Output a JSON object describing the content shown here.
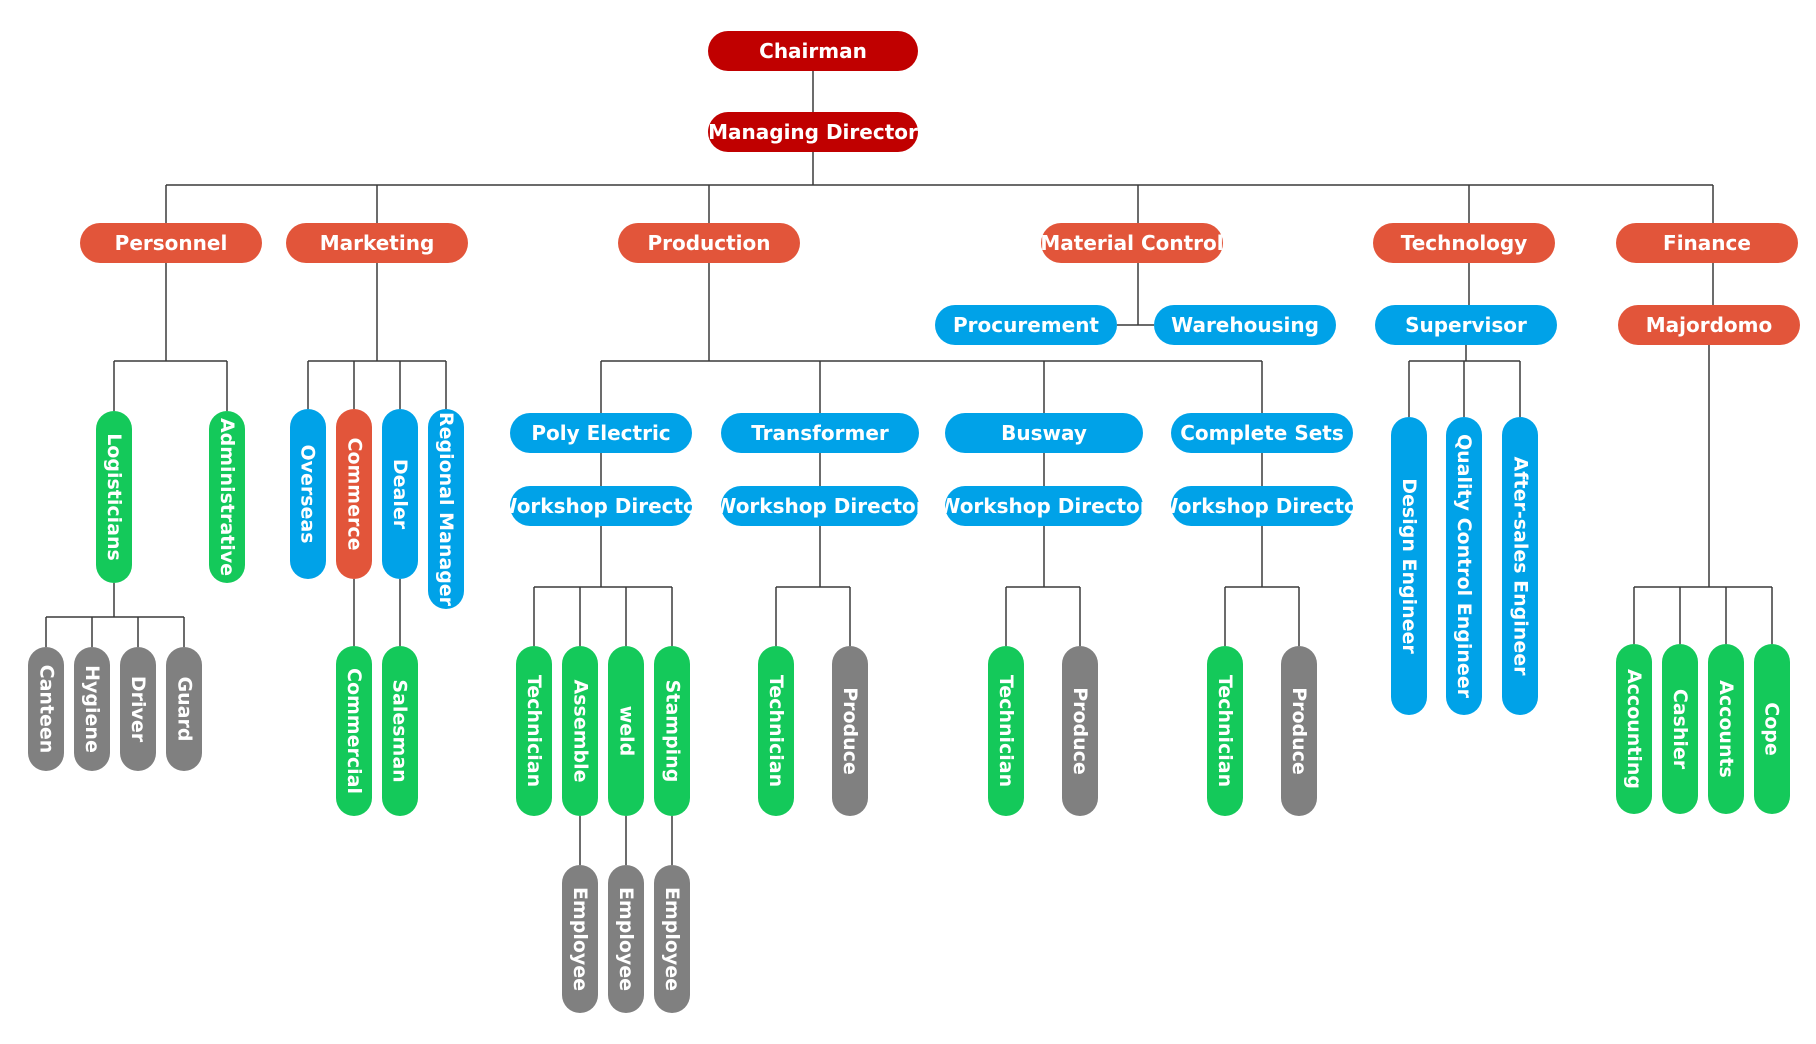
{
  "colors": {
    "top": "#c00000",
    "dept": "#e2553a",
    "blue": "#00a2e8",
    "green": "#14c95a",
    "gray": "#808080",
    "line": "#3a3a3a"
  },
  "nodes": [
    {
      "id": "chairman",
      "label": "Chairman",
      "color": "top"
    },
    {
      "id": "managing-director",
      "label": "Managing Director",
      "color": "top"
    },
    {
      "id": "personnel",
      "label": "Personnel",
      "color": "dept"
    },
    {
      "id": "marketing",
      "label": "Marketing",
      "color": "dept"
    },
    {
      "id": "production",
      "label": "Production",
      "color": "dept"
    },
    {
      "id": "material-control",
      "label": "Material Control",
      "color": "dept"
    },
    {
      "id": "technology",
      "label": "Technology",
      "color": "dept"
    },
    {
      "id": "finance",
      "label": "Finance",
      "color": "dept"
    },
    {
      "id": "procurement",
      "label": "Procurement",
      "color": "blue"
    },
    {
      "id": "warehousing",
      "label": "Warehousing",
      "color": "blue"
    },
    {
      "id": "supervisor",
      "label": "Supervisor",
      "color": "blue"
    },
    {
      "id": "majordomo",
      "label": "Majordomo",
      "color": "dept"
    },
    {
      "id": "logisticians",
      "label": "Logisticians",
      "color": "green"
    },
    {
      "id": "administrative",
      "label": "Administrative",
      "color": "green"
    },
    {
      "id": "canteen",
      "label": "Canteen",
      "color": "gray"
    },
    {
      "id": "hygiene",
      "label": "Hygiene",
      "color": "gray"
    },
    {
      "id": "driver",
      "label": "Driver",
      "color": "gray"
    },
    {
      "id": "guard",
      "label": "Guard",
      "color": "gray"
    },
    {
      "id": "overseas",
      "label": "Overseas",
      "color": "blue"
    },
    {
      "id": "commerce",
      "label": "Commerce",
      "color": "dept"
    },
    {
      "id": "dealer",
      "label": "Dealer",
      "color": "blue"
    },
    {
      "id": "regional-manager",
      "label": "Regional Manager",
      "color": "blue"
    },
    {
      "id": "commercial",
      "label": "Commercial",
      "color": "green"
    },
    {
      "id": "salesman",
      "label": "Salesman",
      "color": "green"
    },
    {
      "id": "poly-electric",
      "label": "Poly Electric",
      "color": "blue"
    },
    {
      "id": "transformer",
      "label": "Transformer",
      "color": "blue"
    },
    {
      "id": "busway",
      "label": "Busway",
      "color": "blue"
    },
    {
      "id": "complete-sets",
      "label": "Complete Sets",
      "color": "blue"
    },
    {
      "id": "workshop-director-1",
      "label": "Workshop Director",
      "color": "blue"
    },
    {
      "id": "workshop-director-2",
      "label": "Workshop Director",
      "color": "blue"
    },
    {
      "id": "workshop-director-3",
      "label": "Workshop Director",
      "color": "blue"
    },
    {
      "id": "workshop-director-4",
      "label": "Workshop Director",
      "color": "blue"
    },
    {
      "id": "technician-1",
      "label": "Technician",
      "color": "green"
    },
    {
      "id": "assemble",
      "label": "Assemble",
      "color": "green"
    },
    {
      "id": "weld",
      "label": "weld",
      "color": "green"
    },
    {
      "id": "stamping",
      "label": "Stamping",
      "color": "green"
    },
    {
      "id": "employee-1",
      "label": "Employee",
      "color": "gray"
    },
    {
      "id": "employee-2",
      "label": "Employee",
      "color": "gray"
    },
    {
      "id": "employee-3",
      "label": "Employee",
      "color": "gray"
    },
    {
      "id": "technician-2",
      "label": "Technician",
      "color": "green"
    },
    {
      "id": "produce-2",
      "label": "Produce",
      "color": "gray"
    },
    {
      "id": "technician-3",
      "label": "Technician",
      "color": "green"
    },
    {
      "id": "produce-3",
      "label": "Produce",
      "color": "gray"
    },
    {
      "id": "technician-4",
      "label": "Technician",
      "color": "green"
    },
    {
      "id": "produce-4",
      "label": "Produce",
      "color": "gray"
    },
    {
      "id": "design-engineer",
      "label": "Design Engineer",
      "color": "blue"
    },
    {
      "id": "quality-control-engineer",
      "label": "Quality Control Engineer",
      "color": "blue"
    },
    {
      "id": "after-sales-engineer",
      "label": "After-sales Engineer",
      "color": "blue"
    },
    {
      "id": "accounting",
      "label": "Accounting",
      "color": "green"
    },
    {
      "id": "cashier",
      "label": "Cashier",
      "color": "green"
    },
    {
      "id": "accounts",
      "label": "Accounts",
      "color": "green"
    },
    {
      "id": "cope",
      "label": "Cope",
      "color": "green"
    }
  ]
}
